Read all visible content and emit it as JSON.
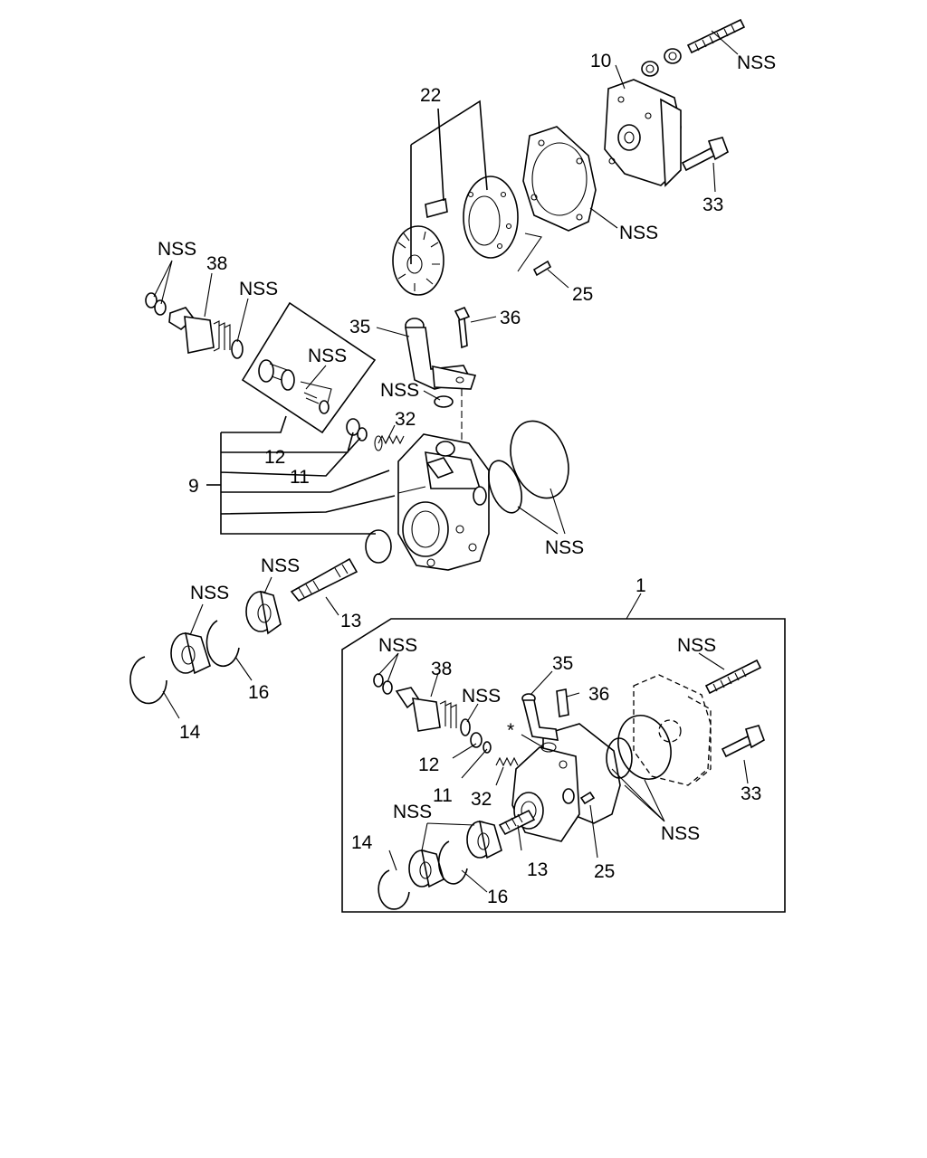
{
  "labels": {
    "nss": "NSS",
    "p1": "1",
    "p9": "9",
    "p10": "10",
    "p11": "11",
    "p12": "12",
    "p13": "13",
    "p14": "14",
    "p16": "16",
    "p22": "22",
    "p25": "25",
    "p32": "32",
    "p33": "33",
    "p35": "35",
    "p36": "36",
    "p38": "38",
    "star": "*"
  }
}
